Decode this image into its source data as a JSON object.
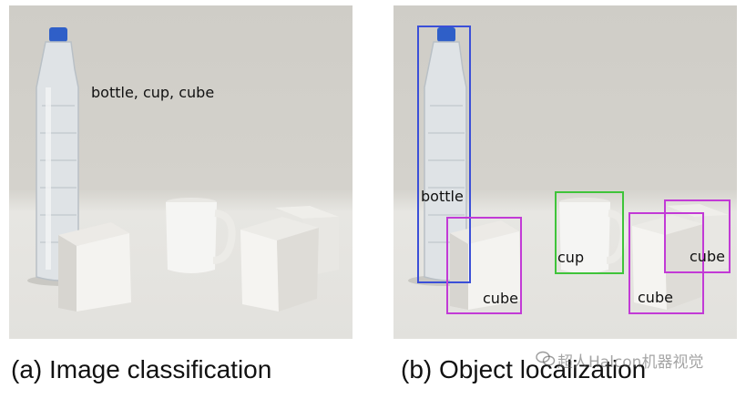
{
  "panel_a": {
    "classification_label": "bottle, cup, cube",
    "caption": "(a) Image classification"
  },
  "panel_b": {
    "caption": "(b) Object localization",
    "detections": [
      {
        "label": "bottle",
        "color": "#3b4fd8"
      },
      {
        "label": "cube",
        "color": "#c23ad6"
      },
      {
        "label": "cup",
        "color": "#3fc43a"
      },
      {
        "label": "cube",
        "color": "#c23ad6"
      },
      {
        "label": "cube",
        "color": "#c23ad6"
      }
    ]
  },
  "watermark": {
    "text": "超人Halcon机器视觉",
    "icon": "wechat-icon"
  }
}
